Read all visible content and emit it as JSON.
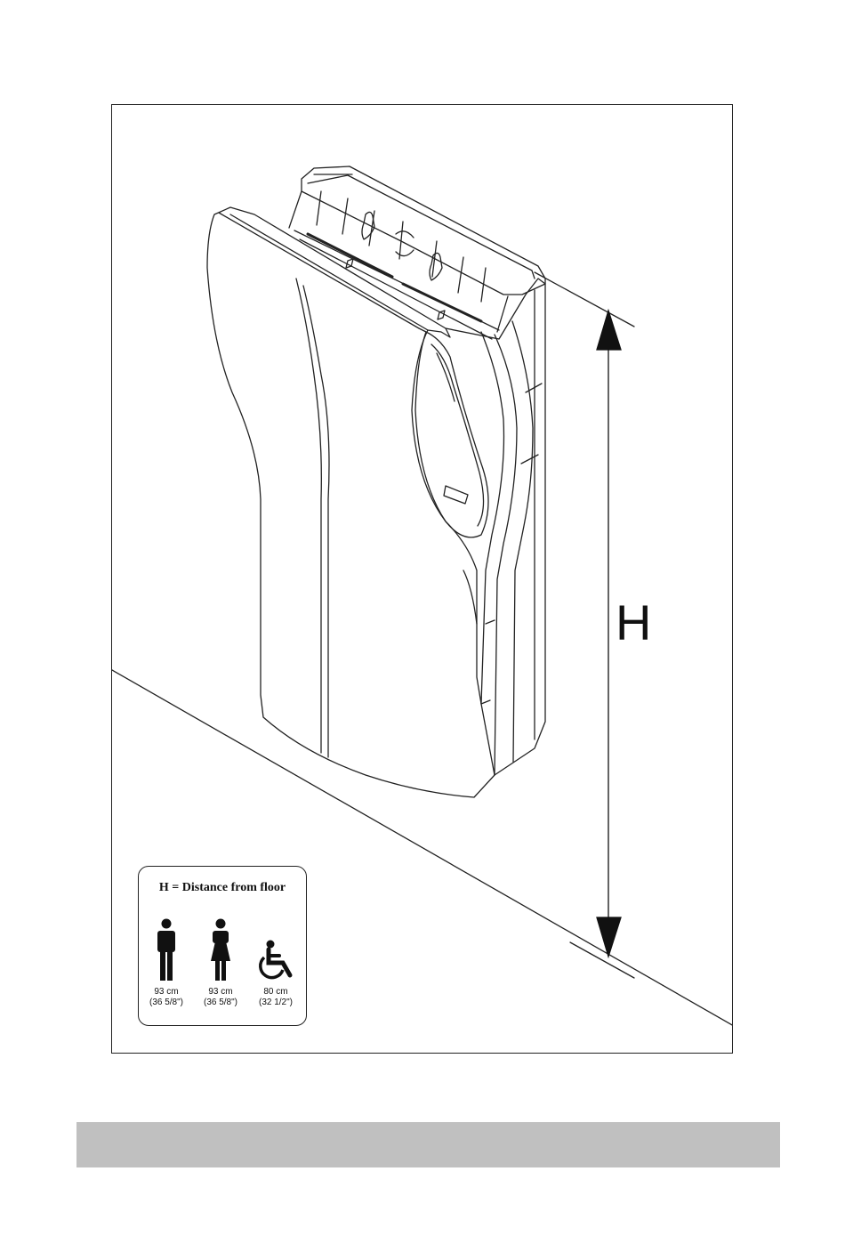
{
  "diagram": {
    "dimension_label": "H"
  },
  "legend": {
    "title": "H = Distance from floor",
    "items": [
      {
        "icon": "man-icon",
        "metric": "93 cm",
        "imperial": "(36 5/8\")"
      },
      {
        "icon": "woman-icon",
        "metric": "93 cm",
        "imperial": "(36 5/8\")"
      },
      {
        "icon": "wheelchair-icon",
        "metric": "80 cm",
        "imperial": "(32 1/2\")"
      }
    ]
  },
  "colors": {
    "line": "#222222",
    "bottom_bar": "#c0c0c0"
  }
}
